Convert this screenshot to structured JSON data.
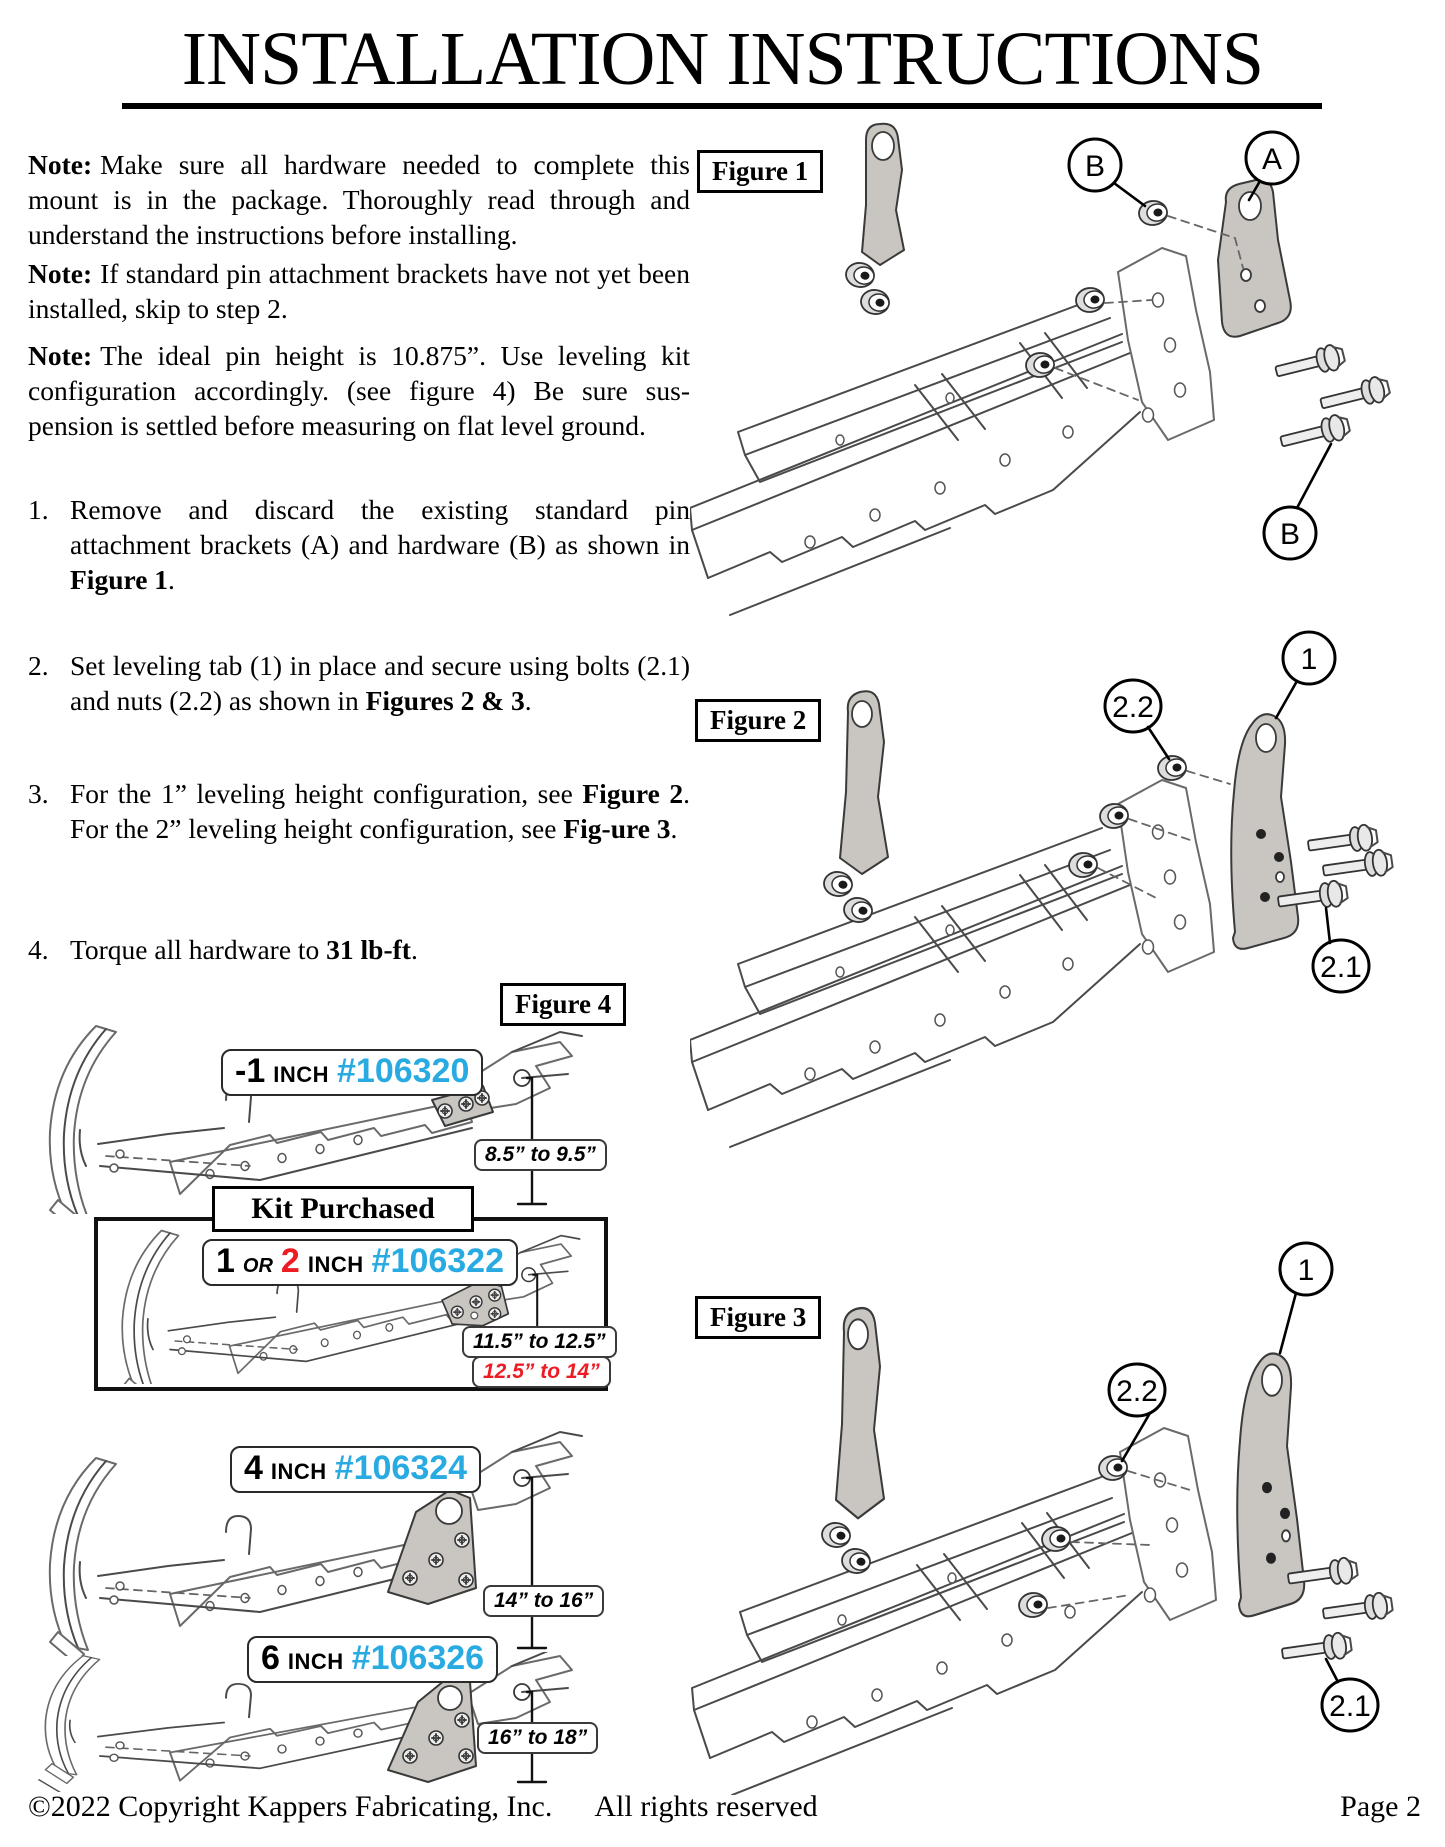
{
  "title": "INSTALLATION INSTRUCTIONS",
  "notes": [
    {
      "label": "Note:",
      "text": "Make sure all hardware needed to complete this mount is in the package. Thoroughly read through and understand the instructions before installing."
    },
    {
      "label": "Note:",
      "text": "If standard pin attachment brackets have not yet been installed, skip to step 2."
    },
    {
      "label": "Note:",
      "text": "The ideal pin height is 10.875”. Use leveling kit configuration accordingly. (see figure 4) Be sure sus-pension is settled before measuring on flat level ground."
    }
  ],
  "steps": [
    {
      "num": "1.",
      "segments": [
        {
          "t": "Remove and discard the existing standard pin attachment brackets (A) and hardware (B) as shown in ",
          "b": false
        },
        {
          "t": "Figure 1",
          "b": true
        },
        {
          "t": ".",
          "b": false
        }
      ]
    },
    {
      "num": "2.",
      "segments": [
        {
          "t": "Set leveling tab (1) in place and secure using bolts (2.1) and nuts (2.2) as shown in ",
          "b": false
        },
        {
          "t": "Figures 2 & 3",
          "b": true
        },
        {
          "t": ".",
          "b": false
        }
      ]
    },
    {
      "num": "3.",
      "segments": [
        {
          "t": "For the 1” leveling height configuration, see ",
          "b": false
        },
        {
          "t": "Figure 2",
          "b": true
        },
        {
          "t": ". For the 2” leveling height configuration, see ",
          "b": false
        },
        {
          "t": "Fig-ure 3",
          "b": true
        },
        {
          "t": ".",
          "b": false
        }
      ]
    },
    {
      "num": "4.",
      "segments": [
        {
          "t": "Torque all hardware to ",
          "b": false
        },
        {
          "t": "31 lb-ft",
          "b": true
        },
        {
          "t": ".",
          "b": false
        }
      ]
    }
  ],
  "figures": {
    "fig1": {
      "label": "Figure 1",
      "callouts": [
        "B",
        "A",
        "B"
      ]
    },
    "fig2": {
      "label": "Figure 2",
      "callouts": [
        "2.2",
        "1",
        "2.1"
      ]
    },
    "fig3": {
      "label": "Figure 3",
      "callouts": [
        "2.2",
        "1",
        "2.1"
      ]
    },
    "fig4": {
      "label": "Figure 4",
      "kit_purchased": "Kit Purchased",
      "variants": [
        {
          "size": "-1",
          "unit": "INCH",
          "part": "#106320",
          "ranges": [
            {
              "text": "8.5” to 9.5”",
              "color": "black"
            }
          ]
        },
        {
          "size": "1",
          "or": "OR",
          "size2": "2",
          "unit": "INCH",
          "part": "#106322",
          "ranges": [
            {
              "text": "11.5” to 12.5”",
              "color": "black"
            },
            {
              "text": "12.5” to 14”",
              "color": "red"
            }
          ]
        },
        {
          "size": "4",
          "unit": "INCH",
          "part": "#106324",
          "ranges": [
            {
              "text": "14” to 16”",
              "color": "black"
            }
          ]
        },
        {
          "size": "6",
          "unit": "INCH",
          "part": "#106326",
          "ranges": [
            {
              "text": "16” to 18”",
              "color": "black"
            }
          ]
        }
      ]
    }
  },
  "footer": {
    "copyright": "©2022 Copyright Kappers Fabricating, Inc.",
    "rights": "All rights reserved",
    "page_label": "Page 2"
  },
  "colors": {
    "part_number_cyan": "#29abe2",
    "alert_red": "#ed1c24",
    "bracket_grey": "#c9c6c1"
  }
}
